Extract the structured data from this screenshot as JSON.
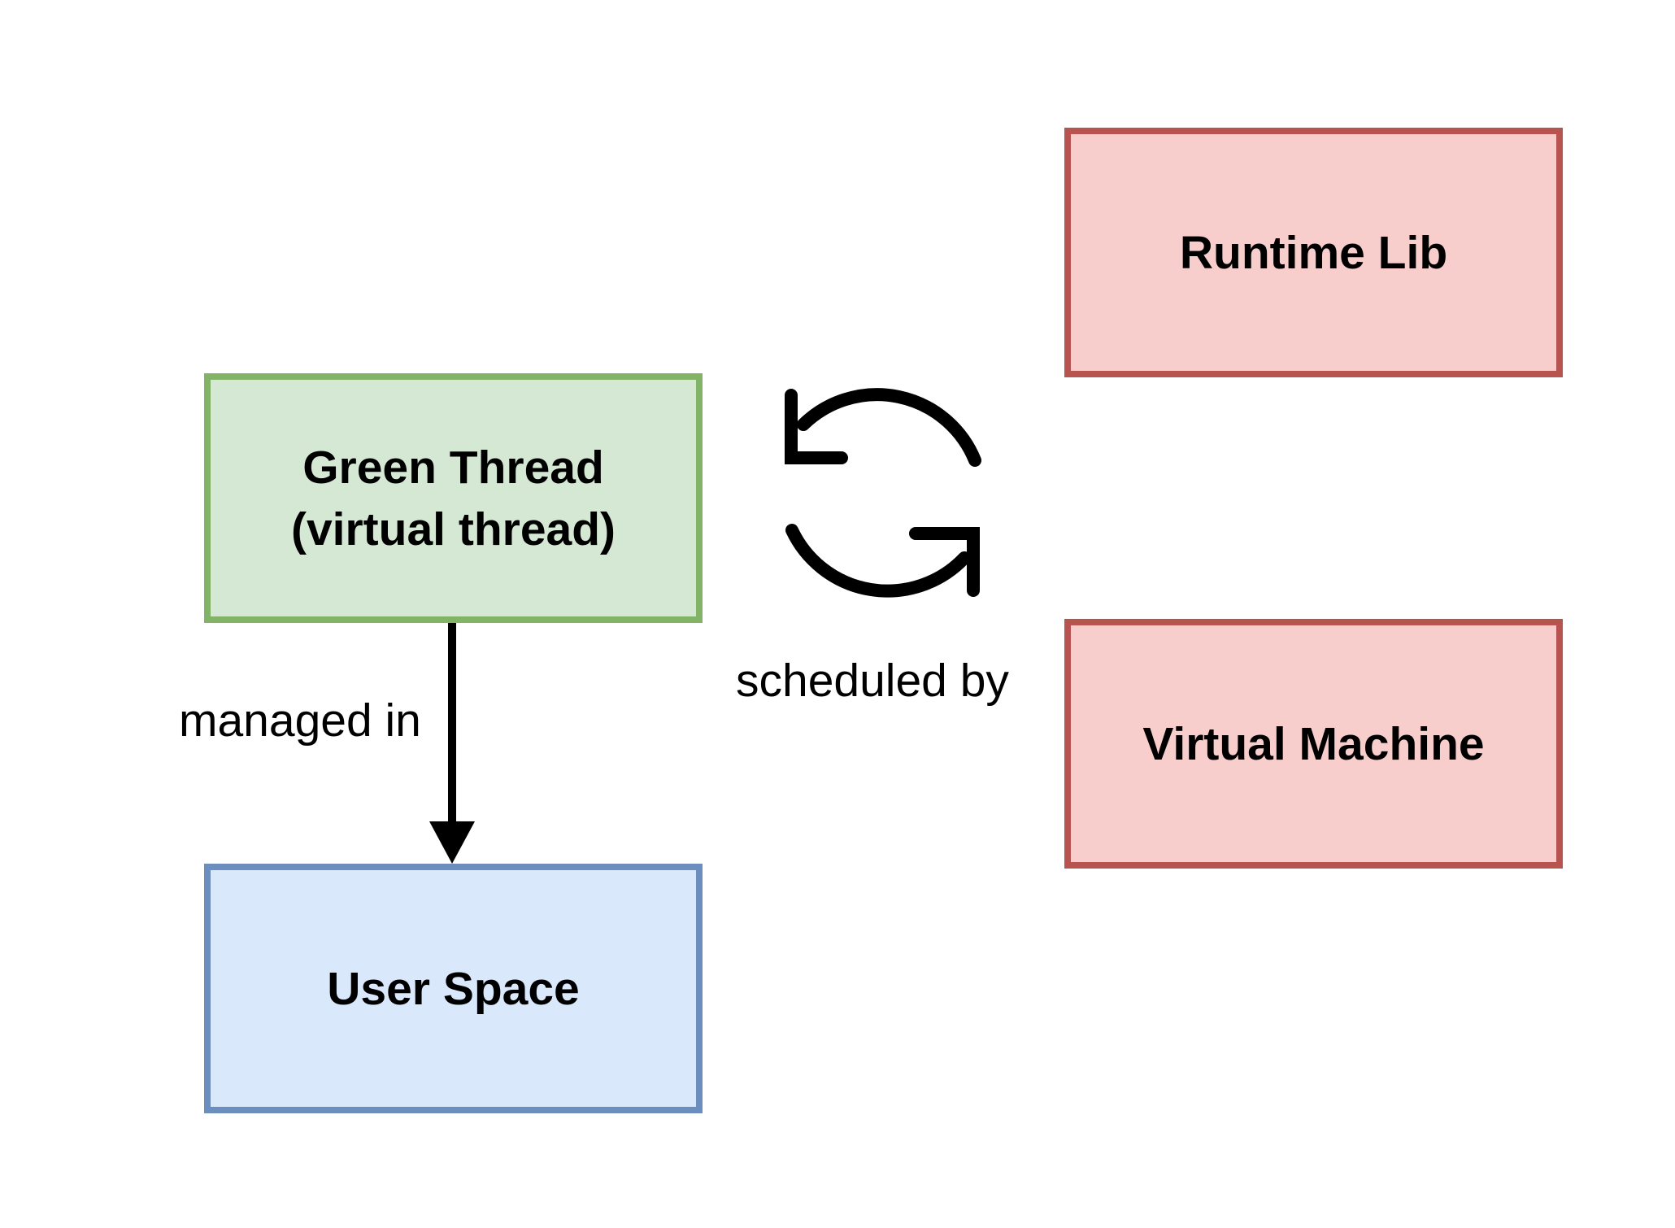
{
  "nodes": {
    "green_thread": {
      "label": "Green Thread\n(virtual thread)",
      "fill": "#d5e8d4",
      "stroke": "#82b366"
    },
    "user_space": {
      "label": "User Space",
      "fill": "#dae8fc",
      "stroke": "#6c8ebf"
    },
    "runtime_lib": {
      "label": "Runtime Lib",
      "fill": "#f8cecc",
      "stroke": "#b85450"
    },
    "virtual_machine": {
      "label": "Virtual Machine",
      "fill": "#f8cecc",
      "stroke": "#b85450"
    }
  },
  "edges": {
    "managed_in": {
      "label": "managed in",
      "from": "green_thread",
      "to": "user_space"
    },
    "scheduled_by": {
      "label": "scheduled by",
      "icon": "refresh-cycle-icon"
    }
  }
}
